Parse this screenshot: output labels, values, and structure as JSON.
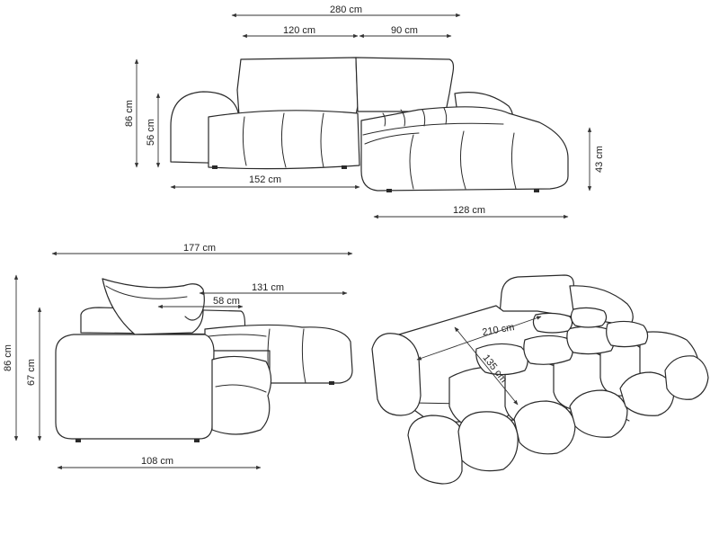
{
  "front_view": {
    "total_width": "280 cm",
    "left_back_width": "120 cm",
    "right_back_width": "90 cm",
    "total_height": "86 cm",
    "seat_height": "56 cm",
    "chaise_height": "43 cm",
    "main_seat_width": "152 cm",
    "chaise_width": "128 cm"
  },
  "side_view": {
    "total_depth": "177 cm",
    "seat_depth": "131 cm",
    "back_cushion_depth": "58 cm",
    "total_height": "86 cm",
    "armrest_height": "67 cm",
    "base_depth": "108 cm"
  },
  "bed_view": {
    "bed_length": "210 cm",
    "bed_width": "135 cm"
  }
}
